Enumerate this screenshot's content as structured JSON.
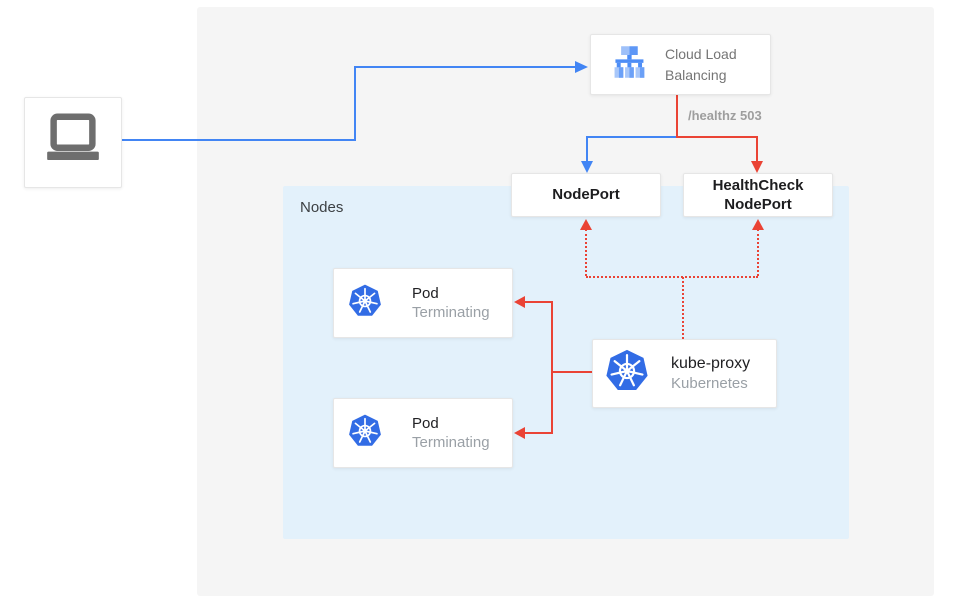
{
  "colors": {
    "blue": "#4285f4",
    "red": "#ea4335",
    "k8s_blue": "#326ce5",
    "panel_gray": "#f5f5f5",
    "nodes_blue": "#e3f1fb",
    "text_gray": "#9aa0a6",
    "muted_label": "#9e9e9e",
    "icon_gray": "#6e6e6e",
    "box_border": "#e6e6e6"
  },
  "diagram": {
    "client": {
      "icon": "laptop-icon"
    },
    "cloud_load_balancing": {
      "label": "Cloud Load Balancing",
      "icon": "cloud-load-balancing-icon"
    },
    "healthz_label": "/healthz 503",
    "nodeport": {
      "label": "NodePort"
    },
    "healthcheck_nodeport": {
      "label": "HealthCheck NodePort"
    },
    "nodes": {
      "label": "Nodes"
    },
    "pods": [
      {
        "title": "Pod",
        "status": "Terminating",
        "icon": "kubernetes-icon"
      },
      {
        "title": "Pod",
        "status": "Terminating",
        "icon": "kubernetes-icon"
      }
    ],
    "kube_proxy": {
      "title": "kube-proxy",
      "subtitle": "Kubernetes",
      "icon": "kubernetes-icon"
    }
  }
}
